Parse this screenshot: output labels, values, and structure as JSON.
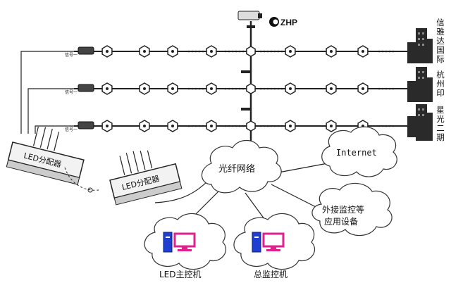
{
  "logo": {
    "text": "ZHP"
  },
  "buildings": [
    {
      "label": "信雅达国际"
    },
    {
      "label": "杭州印"
    },
    {
      "label": "星光二期"
    }
  ],
  "row_signal_labels": [
    "信号一",
    "信号一",
    "信号一"
  ],
  "led_distributor_label": "LED分配器",
  "clouds": {
    "fiber_network": "光纤网络",
    "internet": "Internet",
    "external_monitoring": [
      "外接监控等",
      "应用设备"
    ],
    "led_host": "LED主控机",
    "master_monitor": "总监控机"
  },
  "colors": {
    "line": "#222222",
    "building": "#2a2a2a",
    "computer_blue": "#1e3fd0",
    "monitor_magenta": "#e0208c"
  }
}
